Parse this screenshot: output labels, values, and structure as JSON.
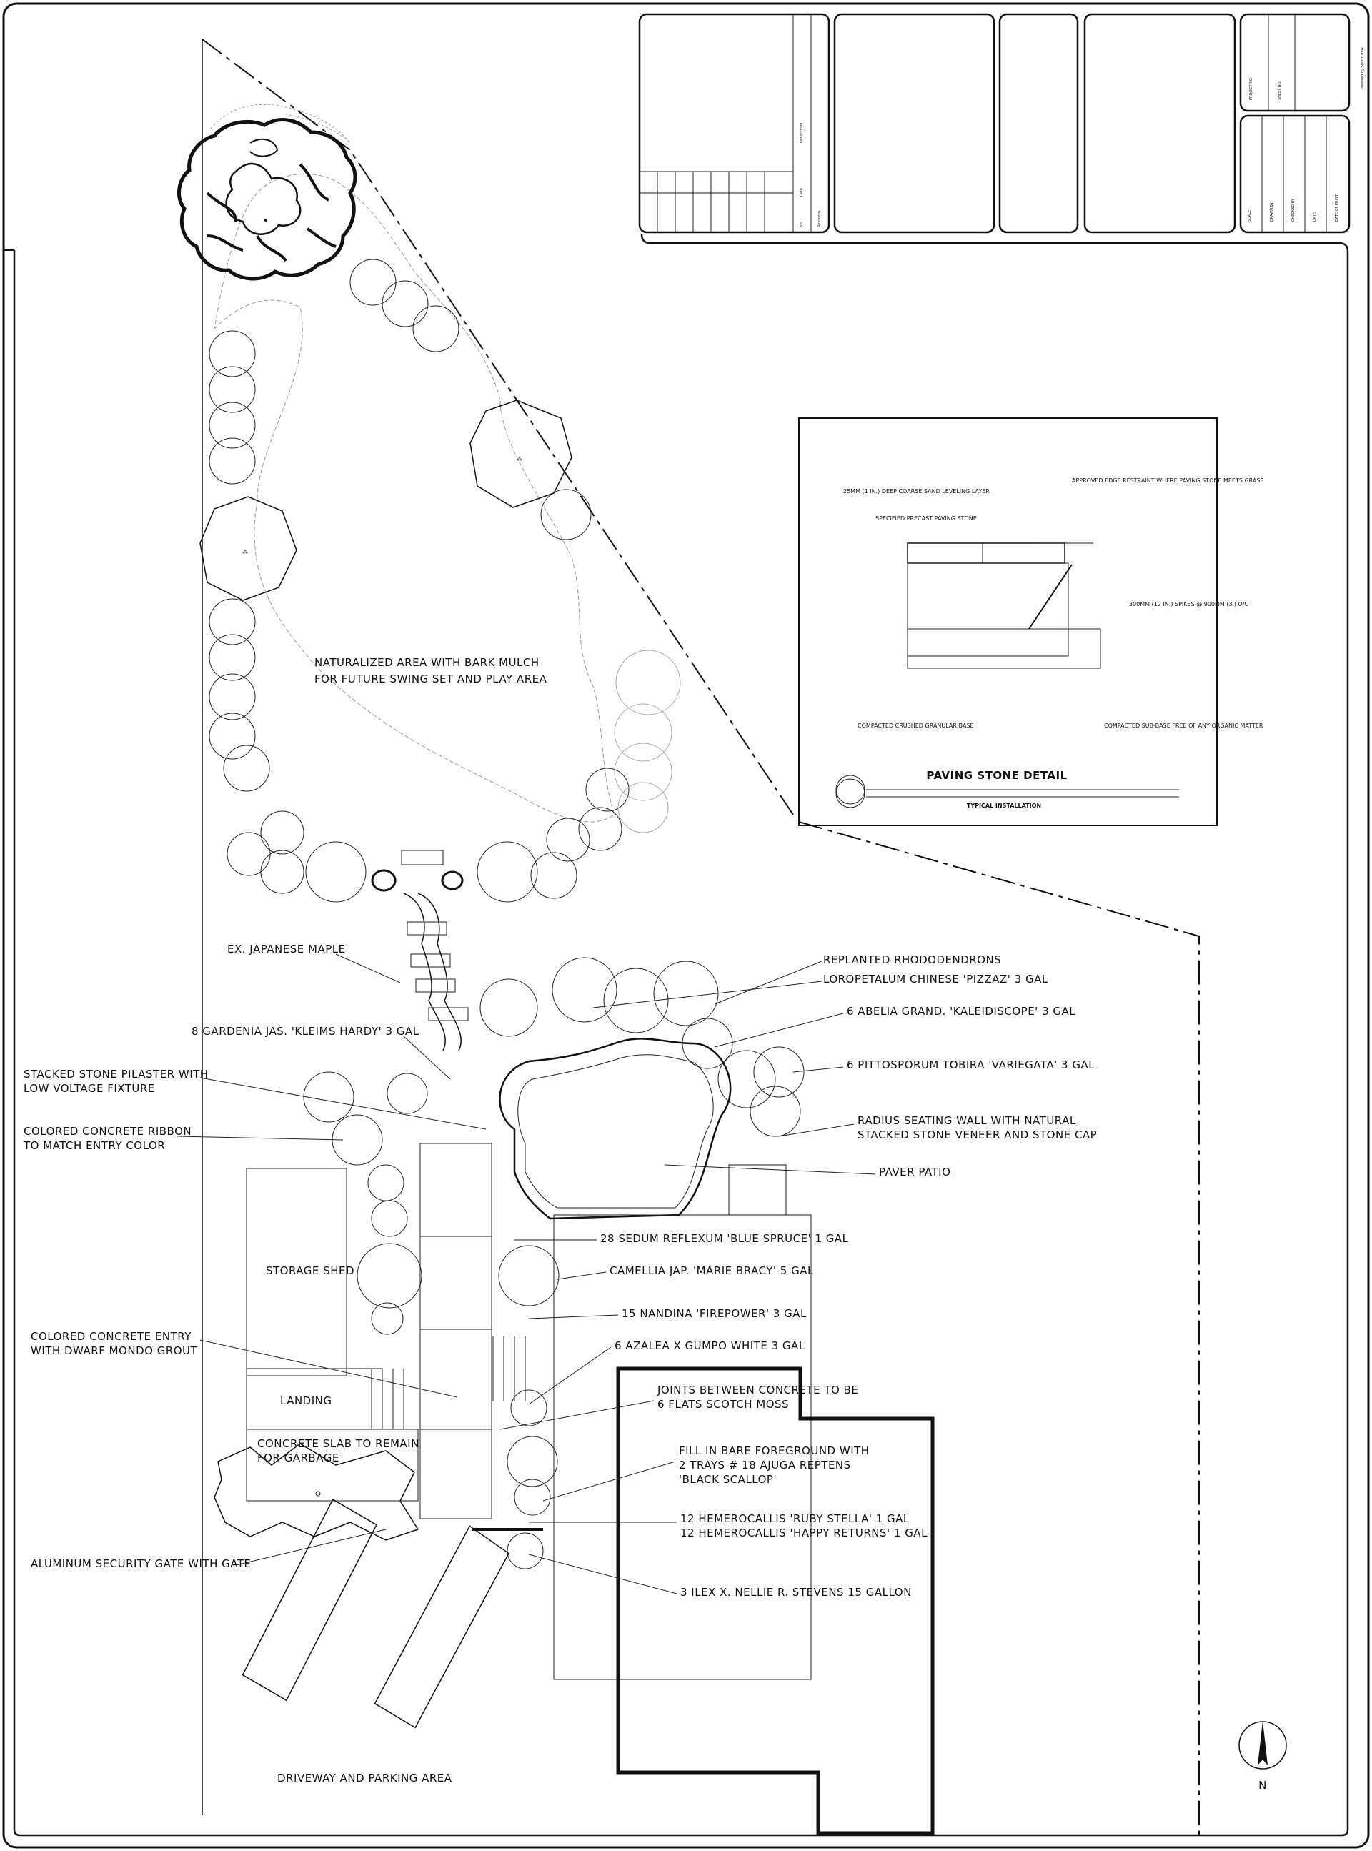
{
  "title_block": {
    "revision_labels": [
      "No.",
      "Date",
      "Revisions",
      "Description"
    ],
    "project_labels": [
      "PROJECT NO.",
      "SHEET NO."
    ],
    "info_labels": [
      "SCALE",
      "DRAWN BY",
      "CHECKED BY",
      "DATE",
      "DATE OF PRINT"
    ],
    "powered_by": "Powered by SmartDraw"
  },
  "detail": {
    "title": "PAVING STONE DETAIL",
    "subtitle": "TYPICAL INSTALLATION",
    "notes": {
      "leveling": "25MM (1 IN.) DEEP COARSE SAND LEVELING LAYER",
      "stone": "SPECIFIED PRECAST PAVING STONE",
      "edge": "APPROVED EDGE RESTRAINT WHERE PAVING STONE MEETS GRASS",
      "spikes": "300MM (12 IN.) SPIKES @ 900MM (3') O/C",
      "base": "COMPACTED CRUSHED GRANULAR BASE",
      "subbase": "COMPACTED SUB-BASE FREE OF ANY ORGANIC MATTER"
    }
  },
  "areas": {
    "naturalized": [
      "NATURALIZED AREA WITH BARK MULCH",
      "FOR FUTURE SWING SET AND PLAY AREA"
    ],
    "storage_shed": "STORAGE SHED",
    "landing": "LANDING",
    "concrete_slab": [
      "CONCRETE SLAB TO REMAIN",
      "FOR GARBAGE"
    ],
    "driveway": "DRIVEWAY AND PARKING AREA",
    "north": "N"
  },
  "left_callouts": [
    [
      "EX. JAPANESE MAPLE"
    ],
    [
      "8 GARDENIA JAS. 'KLEIMS HARDY' 3 GAL"
    ],
    [
      "STACKED STONE PILASTER WITH",
      "LOW VOLTAGE FIXTURE"
    ],
    [
      "COLORED CONCRETE RIBBON",
      "TO MATCH ENTRY COLOR"
    ],
    [
      "COLORED CONCRETE ENTRY",
      "WITH DWARF MONDO GROUT"
    ],
    [
      "ALUMINUM SECURITY GATE WITH GATE"
    ]
  ],
  "right_callouts": [
    [
      "REPLANTED RHODODENDRONS"
    ],
    [
      "LOROPETALUM CHINESE 'PIZZAZ' 3 GAL"
    ],
    [
      "6 ABELIA GRAND. 'KALEIDISCOPE' 3 GAL"
    ],
    [
      "6 PITTOSPORUM TOBIRA 'VARIEGATA' 3 GAL"
    ],
    [
      "RADIUS SEATING WALL WITH NATURAL",
      "STACKED STONE VENEER  AND STONE CAP"
    ],
    [
      "PAVER PATIO"
    ],
    [
      "28 SEDUM REFLEXUM 'BLUE SPRUCE' 1 GAL"
    ],
    [
      "CAMELLIA JAP. 'MARIE BRACY' 5 GAL"
    ],
    [
      "15 NANDINA 'FIREPOWER' 3 GAL"
    ],
    [
      "6 AZALEA X GUMPO WHITE 3 GAL"
    ],
    [
      "JOINTS BETWEEN CONCRETE TO BE",
      "6 FLATS SCOTCH MOSS"
    ],
    [
      "FILL IN BARE FOREGROUND WITH",
      "2 TRAYS # 18 AJUGA REPTENS",
      "'BLACK SCALLOP'"
    ],
    [
      "12 HEMEROCALLIS 'RUBY STELLA' 1 GAL",
      "12 HEMEROCALLIS 'HAPPY RETURNS' 1 GAL"
    ],
    [
      "3 ILEX X. NELLIE R. STEVENS 15 GALLON"
    ]
  ]
}
